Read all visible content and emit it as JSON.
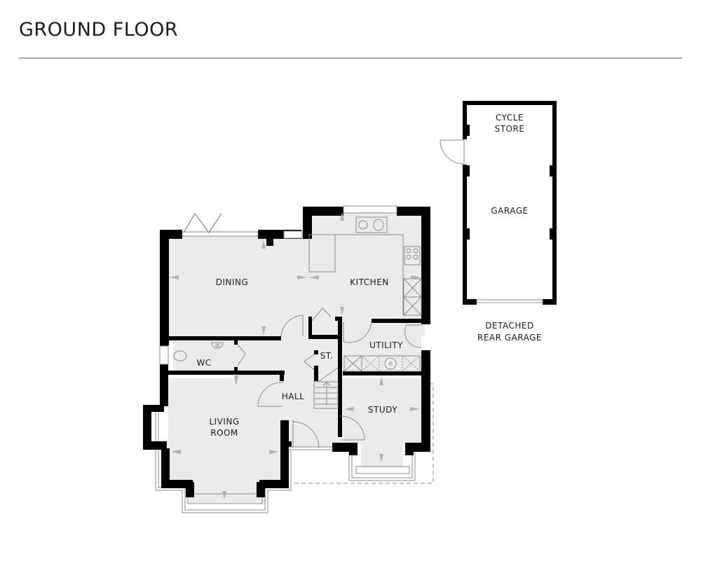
{
  "header": {
    "title": "GROUND FLOOR"
  },
  "rooms": {
    "dining": "DINING",
    "kitchen": "KITCHEN",
    "wc": "WC",
    "utility": "UTILITY",
    "store": "ST.",
    "hall": "HALL",
    "study": "STUDY",
    "living_line1": "LIVING",
    "living_line2": "ROOM",
    "cycle_line1": "CYCLE",
    "cycle_line2": "STORE",
    "garage": "GARAGE"
  },
  "captions": {
    "garage_line1": "DETACHED",
    "garage_line2": "REAR GARAGE"
  },
  "colors": {
    "wall": "#000000",
    "floor": "#ebebeb",
    "fixture": "#9a9a9a",
    "arrow": "#b4b0b0",
    "rule": "#a8a8a8"
  }
}
